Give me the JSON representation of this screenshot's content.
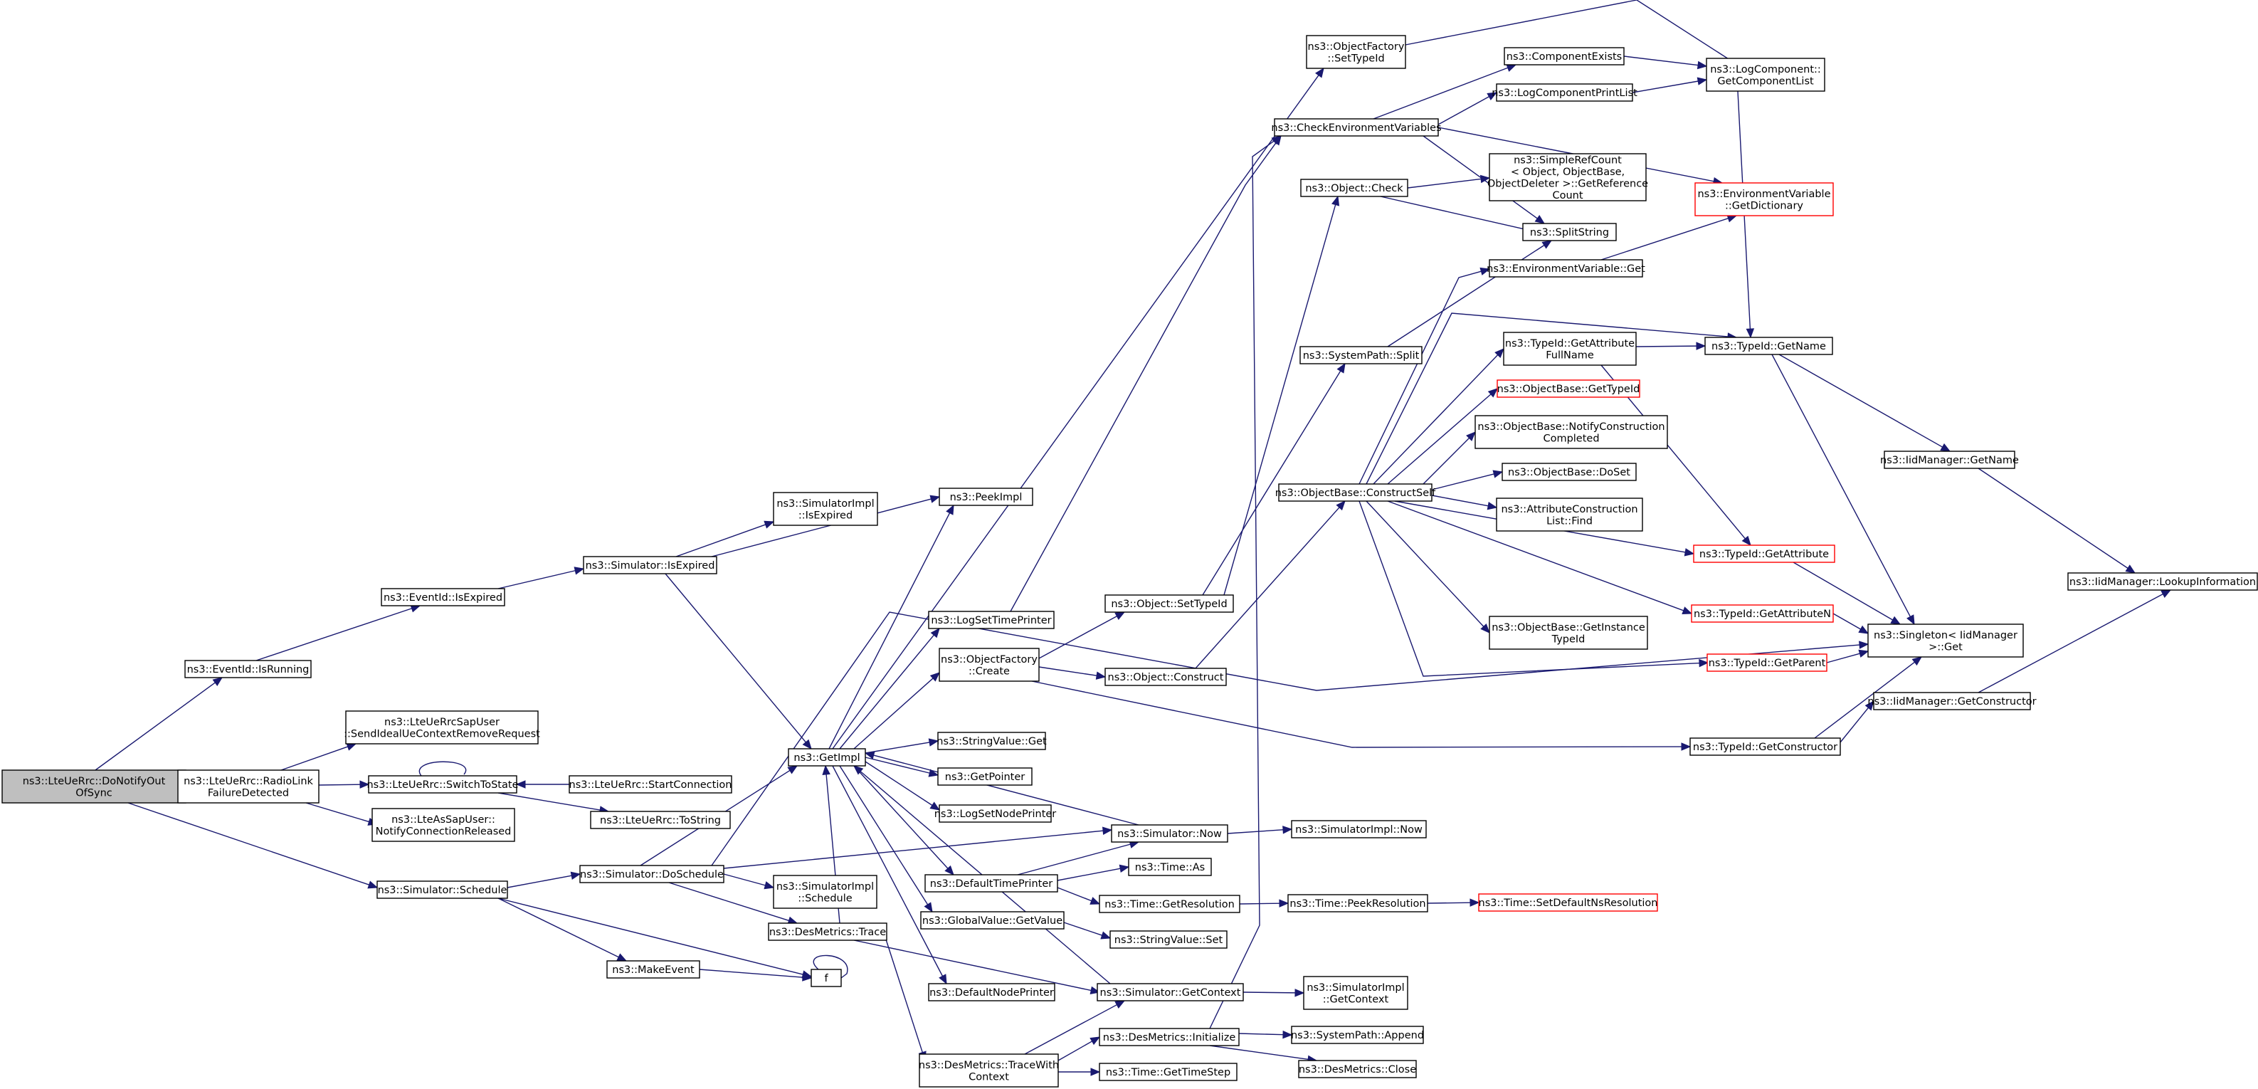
{
  "colors": {
    "edge": "#191970",
    "box": "#000000",
    "root_fill": "#bfbfbf",
    "incomplete": "#ff0000"
  },
  "diagram": {
    "nodes": [
      {
        "id": "n0",
        "lines": [
          "ns3::LteUeRrc::DoNotifyOut",
          "OfSync"
        ],
        "root": true
      },
      {
        "id": "n1",
        "lines": [
          "ns3::EventId::IsRunning"
        ]
      },
      {
        "id": "n2",
        "lines": [
          "ns3::LteUeRrc::RadioLink",
          "FailureDetected"
        ]
      },
      {
        "id": "n3",
        "lines": [
          "ns3::Simulator::Schedule"
        ]
      },
      {
        "id": "n4",
        "lines": [
          "ns3::EventId::IsExpired"
        ]
      },
      {
        "id": "n5",
        "lines": [
          "ns3::Simulator::IsExpired"
        ]
      },
      {
        "id": "n6",
        "lines": [
          "ns3::SimulatorImpl",
          "::IsExpired"
        ]
      },
      {
        "id": "n7",
        "lines": [
          "ns3::PeekImpl"
        ]
      },
      {
        "id": "n8",
        "lines": [
          "ns3::GetImpl"
        ]
      },
      {
        "id": "n9",
        "lines": [
          "ns3::LteUeRrcSapUser",
          "::SendIdealUeContextRemoveRequest"
        ]
      },
      {
        "id": "n10",
        "lines": [
          "ns3::LteUeRrc::SwitchToState"
        ]
      },
      {
        "id": "n11",
        "lines": [
          "ns3::LteAsSapUser::",
          "NotifyConnectionReleased"
        ]
      },
      {
        "id": "n12",
        "lines": [
          "ns3::LteUeRrc::StartConnection"
        ]
      },
      {
        "id": "n13",
        "lines": [
          "ns3::LteUeRrc::ToString"
        ]
      },
      {
        "id": "n14",
        "lines": [
          "ns3::Simulator::DoSchedule"
        ]
      },
      {
        "id": "n15",
        "lines": [
          "ns3::MakeEvent"
        ]
      },
      {
        "id": "n16",
        "lines": [
          "f"
        ]
      },
      {
        "id": "n17",
        "lines": [
          "ns3::SimulatorImpl",
          "::Schedule"
        ]
      },
      {
        "id": "n18",
        "lines": [
          "ns3::DesMetrics::Trace"
        ]
      },
      {
        "id": "n19",
        "lines": [
          "ns3::LogSetTimePrinter"
        ]
      },
      {
        "id": "n20",
        "lines": [
          "ns3::ObjectFactory",
          "::Create"
        ]
      },
      {
        "id": "n21",
        "lines": [
          "ns3::StringValue::Get"
        ]
      },
      {
        "id": "n22",
        "lines": [
          "ns3::GetPointer"
        ]
      },
      {
        "id": "n23",
        "lines": [
          "ns3::LogSetNodePrinter"
        ]
      },
      {
        "id": "n24",
        "lines": [
          "ns3::DefaultTimePrinter"
        ]
      },
      {
        "id": "n25",
        "lines": [
          "ns3::GlobalValue::GetValue"
        ]
      },
      {
        "id": "n26",
        "lines": [
          "ns3::DefaultNodePrinter"
        ]
      },
      {
        "id": "n27",
        "lines": [
          "ns3::DesMetrics::TraceWith",
          "Context"
        ]
      },
      {
        "id": "n28",
        "lines": [
          "ns3::Object::SetTypeId"
        ]
      },
      {
        "id": "n29",
        "lines": [
          "ns3::Object::Construct"
        ]
      },
      {
        "id": "n30",
        "lines": [
          "ns3::Simulator::Now"
        ]
      },
      {
        "id": "n31",
        "lines": [
          "ns3::Time::As"
        ]
      },
      {
        "id": "n32",
        "lines": [
          "ns3::Time::GetResolution"
        ]
      },
      {
        "id": "n33",
        "lines": [
          "ns3::StringValue::Set"
        ]
      },
      {
        "id": "n34",
        "lines": [
          "ns3::Simulator::GetContext"
        ]
      },
      {
        "id": "n35",
        "lines": [
          "ns3::DesMetrics::Initialize"
        ]
      },
      {
        "id": "n36",
        "lines": [
          "ns3::Time::GetTimeStep"
        ]
      },
      {
        "id": "n37",
        "lines": [
          "ns3::ObjectFactory",
          "::SetTypeId"
        ]
      },
      {
        "id": "n38",
        "lines": [
          "ns3::CheckEnvironmentVariables"
        ]
      },
      {
        "id": "n39",
        "lines": [
          "ns3::Object::Check"
        ]
      },
      {
        "id": "n40",
        "lines": [
          "ns3::SystemPath::Split"
        ]
      },
      {
        "id": "n41",
        "lines": [
          "ns3::ObjectBase::ConstructSelf"
        ]
      },
      {
        "id": "n42",
        "lines": [
          "ns3::SimulatorImpl::Now"
        ]
      },
      {
        "id": "n43",
        "lines": [
          "ns3::Time::PeekResolution"
        ]
      },
      {
        "id": "n44",
        "lines": [
          "ns3::SimulatorImpl",
          "::GetContext"
        ]
      },
      {
        "id": "n45",
        "lines": [
          "ns3::SystemPath::Append"
        ]
      },
      {
        "id": "n46",
        "lines": [
          "ns3::DesMetrics::Close"
        ]
      },
      {
        "id": "n47",
        "lines": [
          "ns3::ComponentExists"
        ]
      },
      {
        "id": "n48",
        "lines": [
          "ns3::LogComponentPrintList"
        ]
      },
      {
        "id": "n49",
        "lines": [
          "ns3::SimpleRefCount",
          "< Object, ObjectBase,",
          "ObjectDeleter >::GetReference",
          "Count"
        ]
      },
      {
        "id": "n50",
        "lines": [
          "ns3::SplitString"
        ]
      },
      {
        "id": "n51",
        "lines": [
          "ns3::EnvironmentVariable::Get"
        ]
      },
      {
        "id": "n52",
        "lines": [
          "ns3::TypeId::GetAttribute",
          "FullName"
        ]
      },
      {
        "id": "n53",
        "lines": [
          "ns3::ObjectBase::GetTypeId"
        ],
        "red": true
      },
      {
        "id": "n54",
        "lines": [
          "ns3::ObjectBase::NotifyConstruction",
          "Completed"
        ]
      },
      {
        "id": "n55",
        "lines": [
          "ns3::ObjectBase::DoSet"
        ]
      },
      {
        "id": "n56",
        "lines": [
          "ns3::AttributeConstruction",
          "List::Find"
        ]
      },
      {
        "id": "n57",
        "lines": [
          "ns3::ObjectBase::GetInstance",
          "TypeId"
        ]
      },
      {
        "id": "n58",
        "lines": [
          "ns3::Time::SetDefaultNsResolution"
        ],
        "red": true
      },
      {
        "id": "n59",
        "lines": [
          "ns3::LogComponent::",
          "GetComponentList"
        ]
      },
      {
        "id": "n60",
        "lines": [
          "ns3::EnvironmentVariable",
          "::GetDictionary"
        ],
        "red": true
      },
      {
        "id": "n61",
        "lines": [
          "ns3::TypeId::GetName"
        ]
      },
      {
        "id": "n62",
        "lines": [
          "ns3::IidManager::GetName"
        ]
      },
      {
        "id": "n63",
        "lines": [
          "ns3::TypeId::GetAttribute"
        ],
        "red": true
      },
      {
        "id": "n64",
        "lines": [
          "ns3::TypeId::GetAttributeN"
        ],
        "red": true
      },
      {
        "id": "n65",
        "lines": [
          "ns3::TypeId::GetParent"
        ],
        "red": true
      },
      {
        "id": "n66",
        "lines": [
          "ns3::TypeId::GetConstructor"
        ]
      },
      {
        "id": "n67",
        "lines": [
          "ns3::Singleton< IidManager",
          ">::Get"
        ]
      },
      {
        "id": "n68",
        "lines": [
          "ns3::IidManager::GetConstructor"
        ]
      },
      {
        "id": "n69",
        "lines": [
          "ns3::IidManager::LookupInformation"
        ]
      }
    ]
  }
}
